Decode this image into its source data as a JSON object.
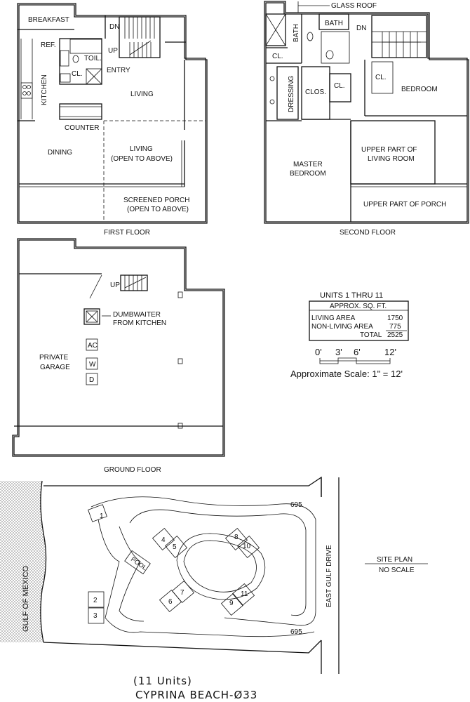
{
  "floor_plans": {
    "first_floor": {
      "title": "FIRST FLOOR",
      "rooms": {
        "breakfast": "BREAKFAST",
        "kitchen": "KITCHEN",
        "ref": "REF.",
        "toil": "TOIL.",
        "cl": "CL.",
        "entry": "ENTRY",
        "living": "LIVING",
        "counter": "COUNTER",
        "dining": "DINING",
        "living_open_1": "LIVING",
        "living_open_2": "(OPEN TO ABOVE)",
        "porch_1": "SCREENED PORCH",
        "porch_2": "(OPEN TO ABOVE)",
        "dn": "DN",
        "up": "UP"
      }
    },
    "second_floor": {
      "title": "SECOND FLOOR",
      "rooms": {
        "glass_roof": "GLASS ROOF",
        "bath_1": "BATH",
        "bath_2": "BATH",
        "dn": "DN",
        "cl_1": "CL.",
        "cl_2": "CL.",
        "cl_3": "CL.",
        "dressing": "DRESSING",
        "clos": "CLOS.",
        "bedroom": "BEDROOM",
        "master_1": "MASTER",
        "master_2": "BEDROOM",
        "upper_living_1": "UPPER PART OF",
        "upper_living_2": "LIVING ROOM",
        "upper_porch": "UPPER PART OF PORCH"
      }
    },
    "ground_floor": {
      "title": "GROUND FLOOR",
      "rooms": {
        "up": "UP",
        "dumbwaiter_1": "DUMBWAITER",
        "dumbwaiter_2": "FROM KITCHEN",
        "garage_1": "PRIVATE",
        "garage_2": "GARAGE",
        "ac": "AC",
        "w": "W",
        "d": "D"
      }
    }
  },
  "area_table": {
    "heading": "UNITS 1 THRU 11",
    "subheading": "APPROX. SQ. FT.",
    "rows": [
      {
        "label": "LIVING AREA",
        "value": "1750"
      },
      {
        "label": "NON-LIVING AREA",
        "value": "775"
      },
      {
        "label": "TOTAL",
        "value": "2525"
      }
    ]
  },
  "scale_bar": {
    "ticks": [
      "0'",
      "3'",
      "6'",
      "12'"
    ],
    "caption": "Approximate Scale: 1\" = 12'"
  },
  "site_plan": {
    "label": "SITE PLAN",
    "sub_label": "NO SCALE",
    "water": "GULF OF MEXICO",
    "road": "EAST GULF DRIVE",
    "address_top": "695",
    "address_bottom": "695",
    "pool": "POOL",
    "units": [
      "1",
      "2",
      "3",
      "4",
      "5",
      "6",
      "7",
      "8",
      "9",
      "10",
      "11"
    ]
  },
  "footer": {
    "units_note": "(11 Units)",
    "project": "CYPRINA BEACH-Ø33"
  }
}
